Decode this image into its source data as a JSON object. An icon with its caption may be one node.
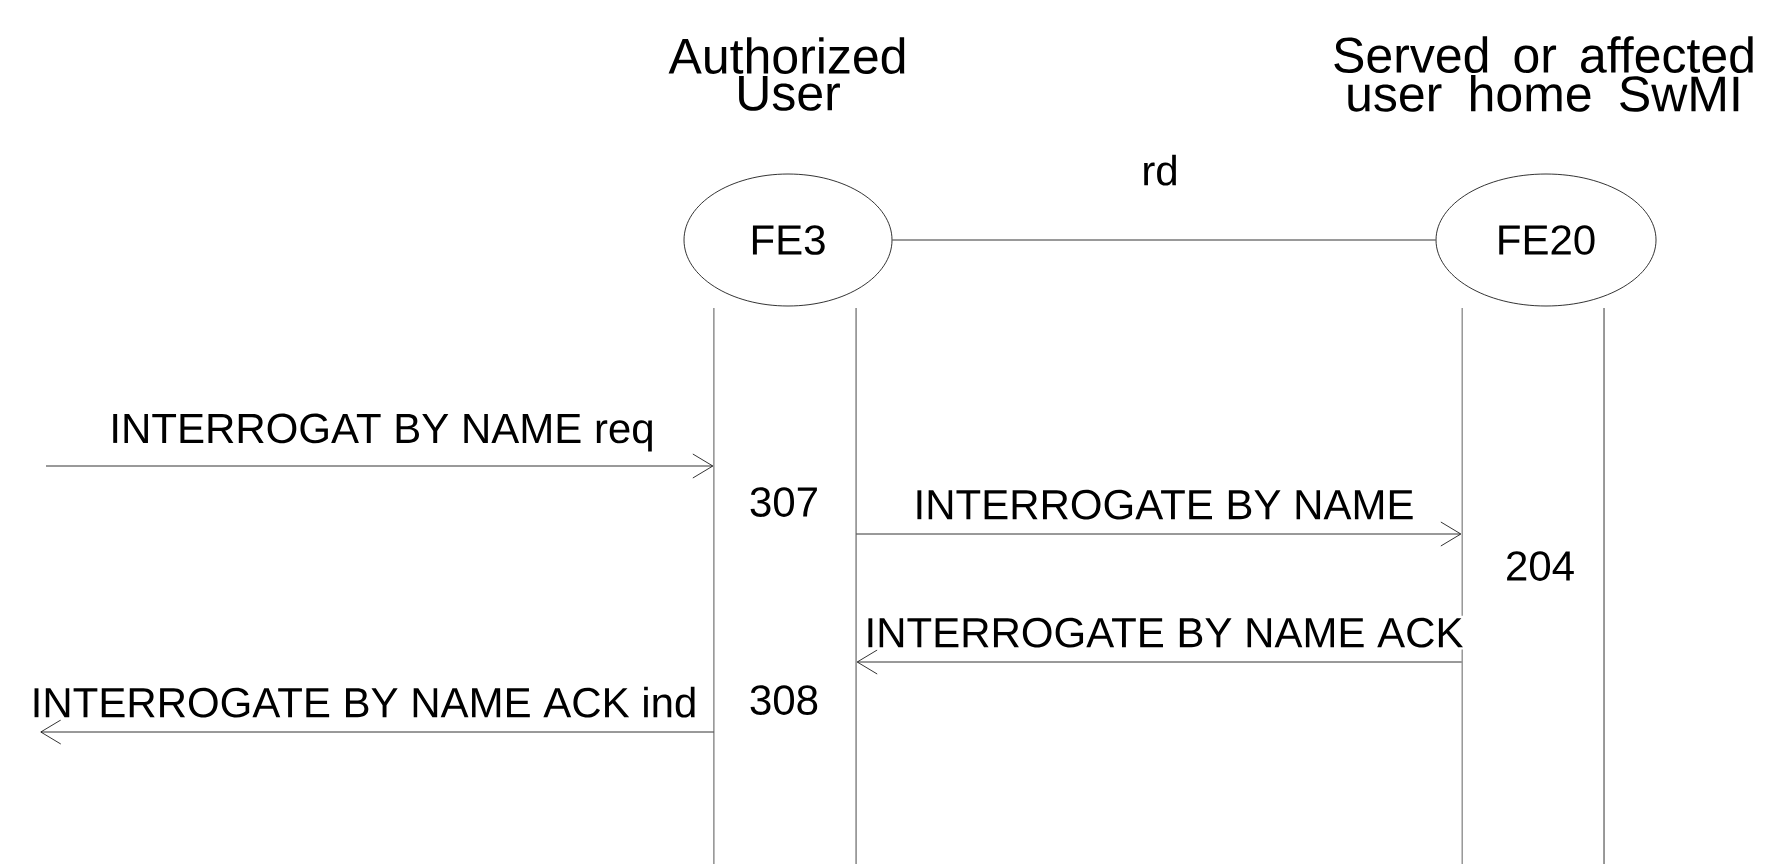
{
  "diagram": {
    "nodes": [
      {
        "text": [
          "Authorized User",
          "FE3"
        ]
      },
      {
        "text": [
          "Served or affected user home SwMI",
          "FE20"
        ]
      },
      {
        "text": [],
        "shape": "bar"
      },
      {
        "text": [],
        "shape": "bar"
      }
    ],
    "edges": [
      {
        "from": 0,
        "to": 1,
        "arrow": "none",
        "label": "rd"
      },
      {
        "from": null,
        "to": 2,
        "arrow": "to",
        "label": "INTERROGAT BY NAME req"
      },
      {
        "from": 2,
        "to": 3,
        "arrow": "to",
        "label": "INTERROGATE BY NAME"
      },
      {
        "from": 3,
        "to": 2,
        "arrow": "to",
        "label": "INTERROGATE BY NAME ACK"
      },
      {
        "from": 2,
        "to": null,
        "arrow": "to",
        "label": "INTERROGATE BY NAME ACK ind"
      }
    ],
    "labels": [
      "307",
      "204",
      "308"
    ]
  }
}
